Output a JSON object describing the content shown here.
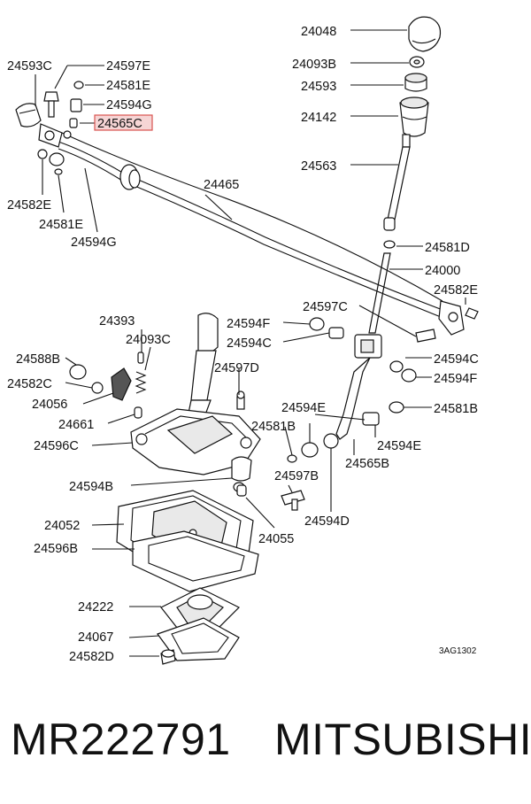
{
  "labels": {
    "p24048": "24048",
    "p24093B": "24093B",
    "p24593": "24593",
    "p24142": "24142",
    "p24563": "24563",
    "p24593C": "24593C",
    "p24597E": "24597E",
    "p24581E_top": "24581E",
    "p24594G_top": "24594G",
    "p24565C": "24565C",
    "p24465": "24465",
    "p24582E_left": "24582E",
    "p24581E_bottom": "24581E",
    "p24594G_bottom": "24594G",
    "p24581D": "24581D",
    "p24000": "24000",
    "p24582E_right": "24582E",
    "p24597C": "24597C",
    "p24594F_left": "24594F",
    "p24594C_left": "24594C",
    "p24393": "24393",
    "p24093C": "24093C",
    "p24588B": "24588B",
    "p24582C": "24582C",
    "p24056": "24056",
    "p24597D": "24597D",
    "p24594C_right": "24594C",
    "p24594F_right": "24594F",
    "p24594E_upper": "24594E",
    "p24581B_right": "24581B",
    "p24661": "24661",
    "p24581B_mid": "24581B",
    "p24596C": "24596C",
    "p24594E_lower": "24594E",
    "p24565B": "24565B",
    "p24594B": "24594B",
    "p24597B": "24597B",
    "p24594D": "24594D",
    "p24052": "24052",
    "p24055": "24055",
    "p24596B": "24596B",
    "p24222": "24222",
    "p24067": "24067",
    "p24582D": "24582D"
  },
  "diagram_code": "3AG1302",
  "footer": {
    "part_number": "MR222791",
    "brand": "MITSUBISHI"
  },
  "colors": {
    "highlight_box": "#d9534f",
    "highlight_fill": "#f6d5d5"
  }
}
